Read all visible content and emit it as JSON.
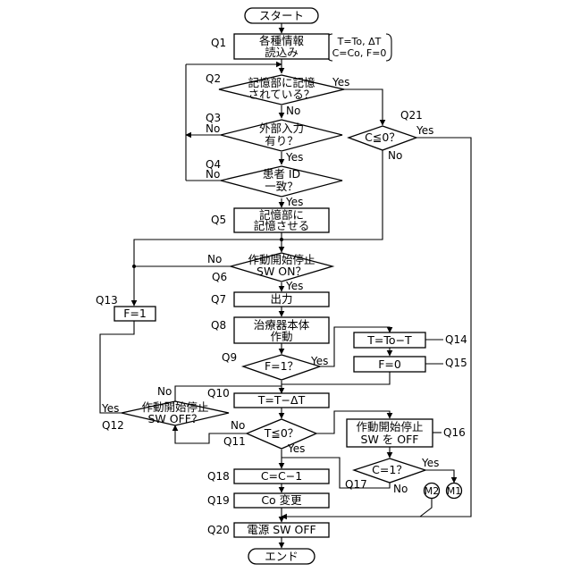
{
  "nodes": {
    "start": "スタート",
    "end": "エンド",
    "q1": [
      "各種情報",
      "読込み"
    ],
    "q1_note": [
      "T=To, ΔT",
      "C=Co, F=0"
    ],
    "q2": [
      "記憶部に記憶",
      "されている？"
    ],
    "q3": [
      "外部入力",
      "有り？"
    ],
    "q4": [
      "患者 ID",
      "一致？"
    ],
    "q5": [
      "記憶部に",
      "記憶させる"
    ],
    "q6": [
      "作動開始停止",
      "SW ON？"
    ],
    "q7": "出力",
    "q8": [
      "治療器本体",
      "作動"
    ],
    "q9": "F=1？",
    "q10": "T=T−ΔT",
    "q11": "T≦0？",
    "q12": [
      "作動開始停止",
      "SW OFF？"
    ],
    "q13": "F=1",
    "q14": "T=To−T",
    "q15": "F=0",
    "q16": [
      "作動開始停止",
      "SW を OFF"
    ],
    "q17": "C=1？",
    "q18": "C=C−1",
    "q19": "Co 変更",
    "q20": "電源 SW OFF",
    "q21": "C≦0？",
    "m1": "M1",
    "m2": "M2"
  },
  "step_labels": {
    "q1": "Q1",
    "q2": "Q2",
    "q3": "Q3",
    "q4": "Q4",
    "q5": "Q5",
    "q6": "Q6",
    "q7": "Q7",
    "q8": "Q8",
    "q9": "Q9",
    "q10": "Q10",
    "q11": "Q11",
    "q12": "Q12",
    "q13": "Q13",
    "q14": "Q14",
    "q15": "Q15",
    "q16": "Q16",
    "q17": "Q17",
    "q18": "Q18",
    "q19": "Q19",
    "q20": "Q20",
    "q21": "Q21"
  },
  "branch": {
    "yes": "Yes",
    "no": "No"
  }
}
